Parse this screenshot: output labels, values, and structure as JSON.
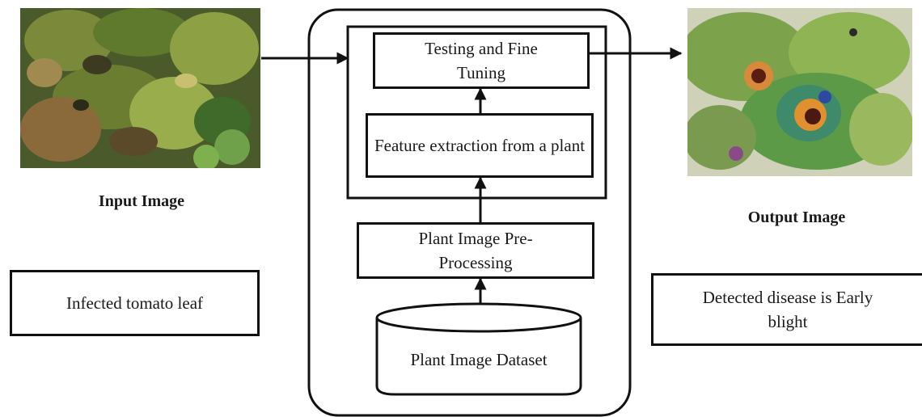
{
  "input": {
    "caption": "Input Image",
    "description_box": "Infected tomato leaf",
    "image_icon": "infected-tomato-leaf-photo"
  },
  "output": {
    "caption": "Output Image",
    "description_box": "Detected disease is Early blight",
    "image_icon": "heatmap-leaf-photo"
  },
  "pipeline": {
    "testing": "Testing and Fine Tuning",
    "feature": "Feature extraction from a plant",
    "preprocess": "Plant Image Pre-Processing",
    "dataset": "Plant Image Dataset"
  }
}
